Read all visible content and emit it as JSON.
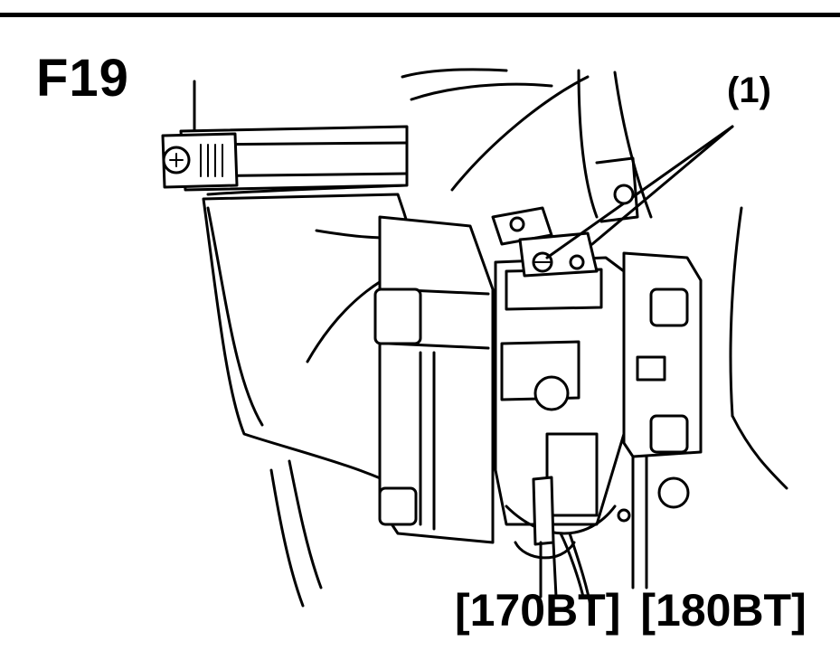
{
  "figure": {
    "id": "F19",
    "callout": "(1)",
    "models": [
      "[170BT]",
      "[180BT]"
    ]
  },
  "colors": {
    "ink": "#000000",
    "paper": "#ffffff"
  }
}
